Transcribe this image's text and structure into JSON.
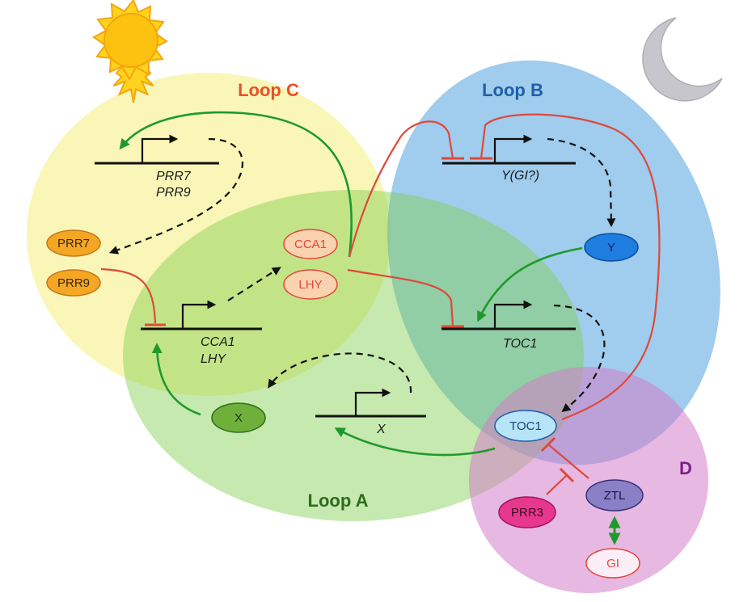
{
  "loops": {
    "c": {
      "label": "Loop C",
      "color": "#e8502a"
    },
    "b": {
      "label": "Loop B",
      "color": "#1f5fa8"
    },
    "a": {
      "label": "Loop A",
      "color": "#2e6b1e"
    },
    "d": {
      "label": "D",
      "color": "#7a1f8c"
    }
  },
  "genes": {
    "prr79_line1": "PRR7",
    "prr79_line2": "PRR9",
    "ygi": "Y(GI?)",
    "cca1lhy_line1": "CCA1",
    "cca1lhy_line2": "LHY",
    "toc1": "TOC1",
    "x": "X"
  },
  "proteins": {
    "prr7": "PRR7",
    "prr9": "PRR9",
    "cca1": "CCA1",
    "lhy": "LHY",
    "y": "Y",
    "toc1": "TOC1",
    "x": "X",
    "prr3": "PRR3",
    "ztl": "ZTL",
    "gi": "GI"
  },
  "icons": {
    "day": "sun-icon",
    "night": "moon-icon"
  },
  "colors": {
    "activation": "#1e9a2a",
    "repression": "#e0483a",
    "sun": "#ffd21f",
    "moon": "#c6c6cc"
  }
}
